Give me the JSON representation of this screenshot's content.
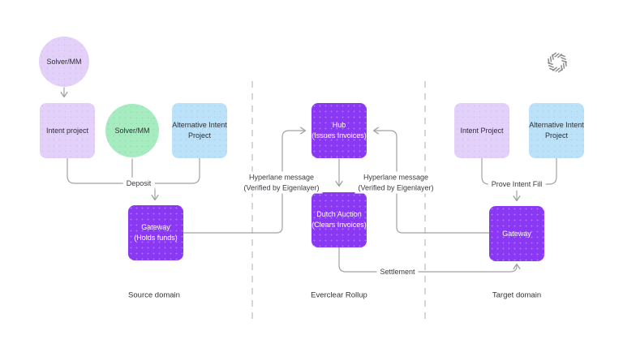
{
  "colors": {
    "node_lavender": "#e3d1f9",
    "node_green": "#a6ecc0",
    "node_blue": "#bce2fa",
    "node_purple": "#8b38f5",
    "connector_gray": "#a2a2a2",
    "divider_gray": "#cccccc",
    "text_dark": "#2e2e33"
  },
  "logo": {
    "name": "everclear-logo"
  },
  "source_domain": {
    "lane_label": "Source domain",
    "solver_circle_top": {
      "label": "Solver/MM"
    },
    "intent_project": {
      "label": "Intent project"
    },
    "solver_circle": {
      "label": "Solver/MM"
    },
    "alternative_intent": {
      "line1": "Alternative Intent",
      "line2": "Project"
    },
    "gateway": {
      "line1": "Gateway",
      "line2": "(Holds funds)"
    }
  },
  "everclear_rollup": {
    "lane_label": "Everclear Rollup",
    "hub": {
      "line1": "Hub",
      "line2": "(Issues Invoices)"
    },
    "dutch_auction": {
      "line1": "Dutch Auction",
      "line2": "(Clears Invoices)"
    }
  },
  "target_domain": {
    "lane_label": "Target domain",
    "intent_project": {
      "label": "Intent Project"
    },
    "alternative_intent": {
      "line1": "Alternative Intent",
      "line2": "Project"
    },
    "gateway": {
      "label": "Gateway"
    }
  },
  "edge_labels": {
    "deposit": "Deposit",
    "hyperlane_left": {
      "line1": "Hyperlane message",
      "line2": "(Verified by Eigenlayer)"
    },
    "hyperlane_right": {
      "line1": "Hyperlane message",
      "line2": "(Verified by Eigenlayer)"
    },
    "settlement": "Settlement",
    "prove_intent_fill": "Prove Intent Fill"
  }
}
